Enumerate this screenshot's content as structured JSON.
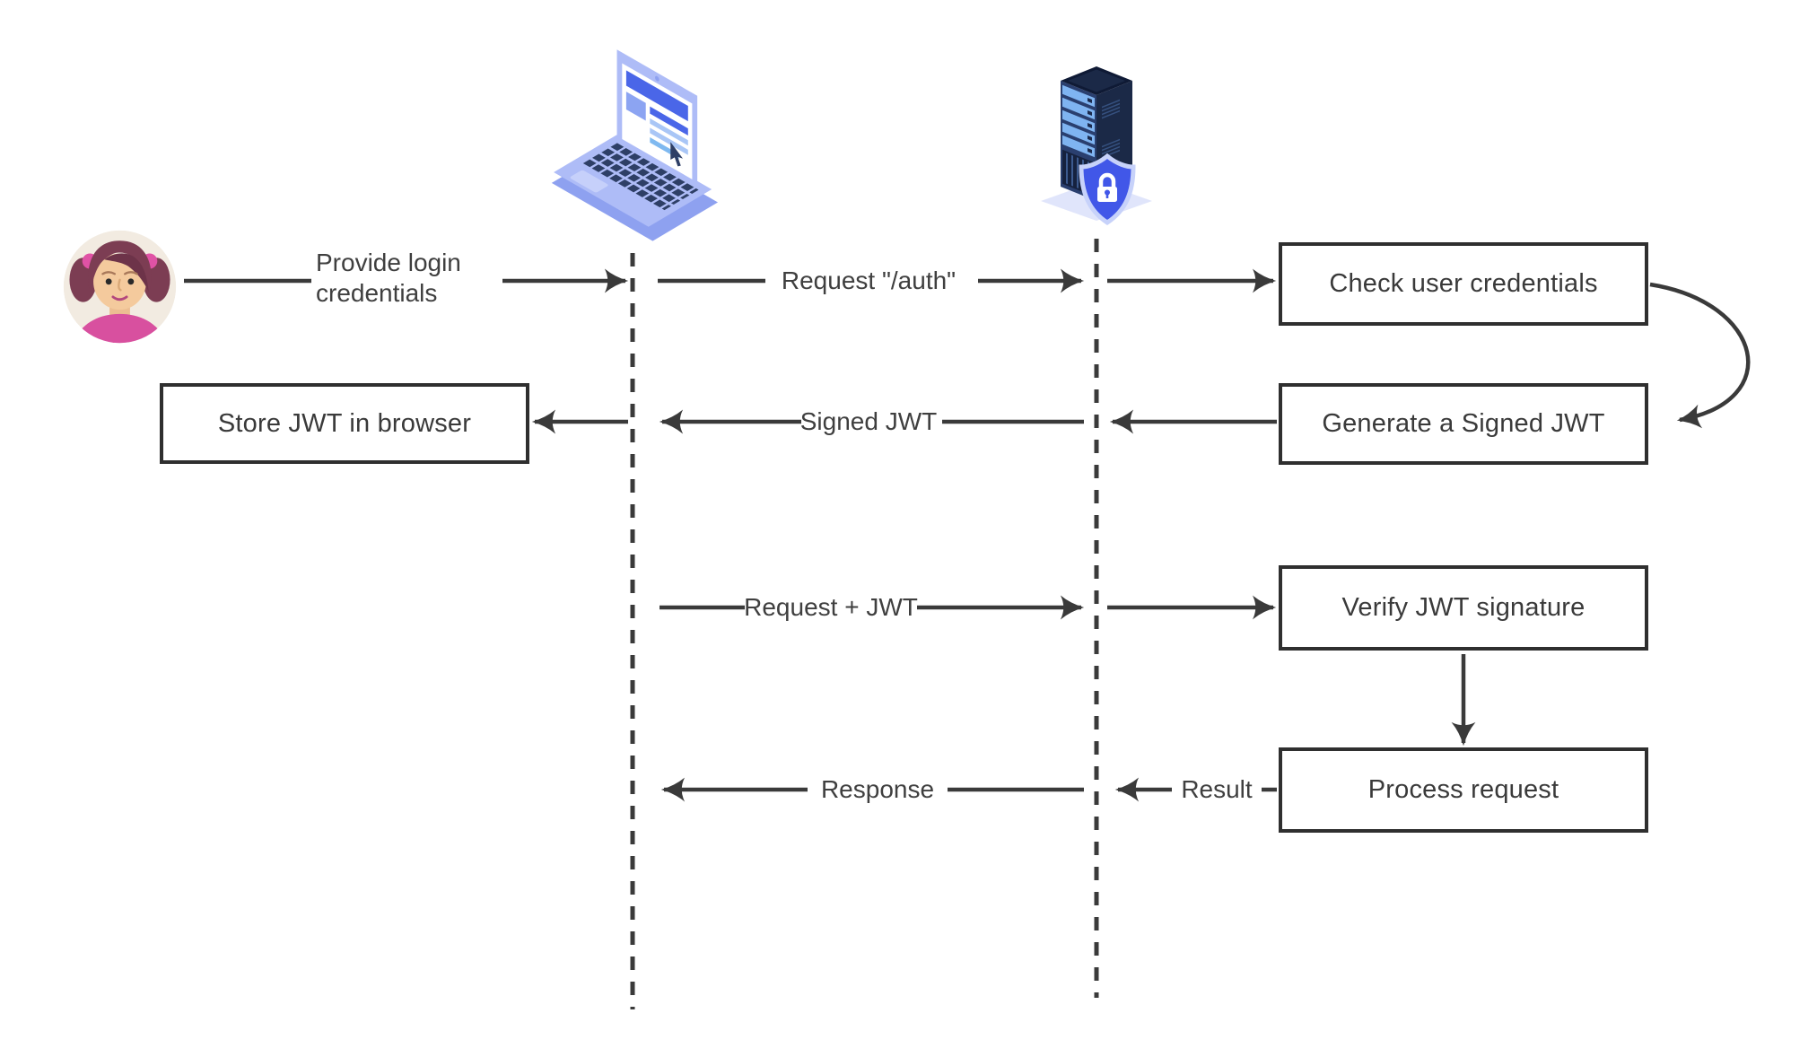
{
  "diagram_type": "sequence-flow",
  "colors": {
    "background": "#ffffff",
    "arrow": "#3a3a3a",
    "lifeline": "#3a3a3a",
    "box_border": "#2f2f2f",
    "box_background": "#ffffff",
    "text": "#3f3f3f",
    "laptop_body": "#aebcf7",
    "laptop_keys": "#2e3f66",
    "screen_accent": "#4a66e8",
    "server_body": "#1b2947",
    "server_bays": "#7fb4f1",
    "shield": "#4157e8",
    "avatar_background": "#f2ebe1",
    "avatar_hair": "#7c3d53",
    "avatar_shirt": "#d8509f"
  },
  "actors": {
    "user": {
      "icon": "girl-avatar-icon"
    },
    "client": {
      "icon": "laptop-icon"
    },
    "server": {
      "icon": "server-shield-lock-icon"
    }
  },
  "messages": {
    "provide_login": "Provide login credentials",
    "request_auth": "Request \"/auth\"",
    "signed_jwt": "Signed JWT",
    "request_jwt": "Request + JWT",
    "response": "Response",
    "result": "Result"
  },
  "steps": {
    "check_credentials": "Check user credentials",
    "generate_jwt": "Generate a Signed JWT",
    "store_jwt": "Store JWT in browser",
    "verify_jwt": "Verify JWT signature",
    "process_request": "Process request"
  }
}
